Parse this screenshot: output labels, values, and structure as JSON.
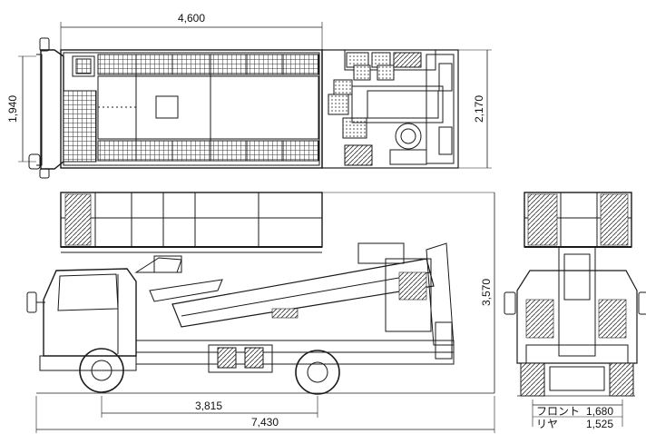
{
  "dimensions": {
    "top_overall_length": "4,600",
    "left_width": "1,940",
    "right_width": "2,170",
    "height": "3,570",
    "wheelbase": "3,815",
    "overall_length": "7,430"
  },
  "tread": {
    "front_label": "フロント",
    "front_value": "1,680",
    "rear_label": "リヤ",
    "rear_value": "1,525"
  },
  "colors": {
    "line": "#1a1a1a",
    "hatch": "#333333",
    "dots": "#555555"
  }
}
